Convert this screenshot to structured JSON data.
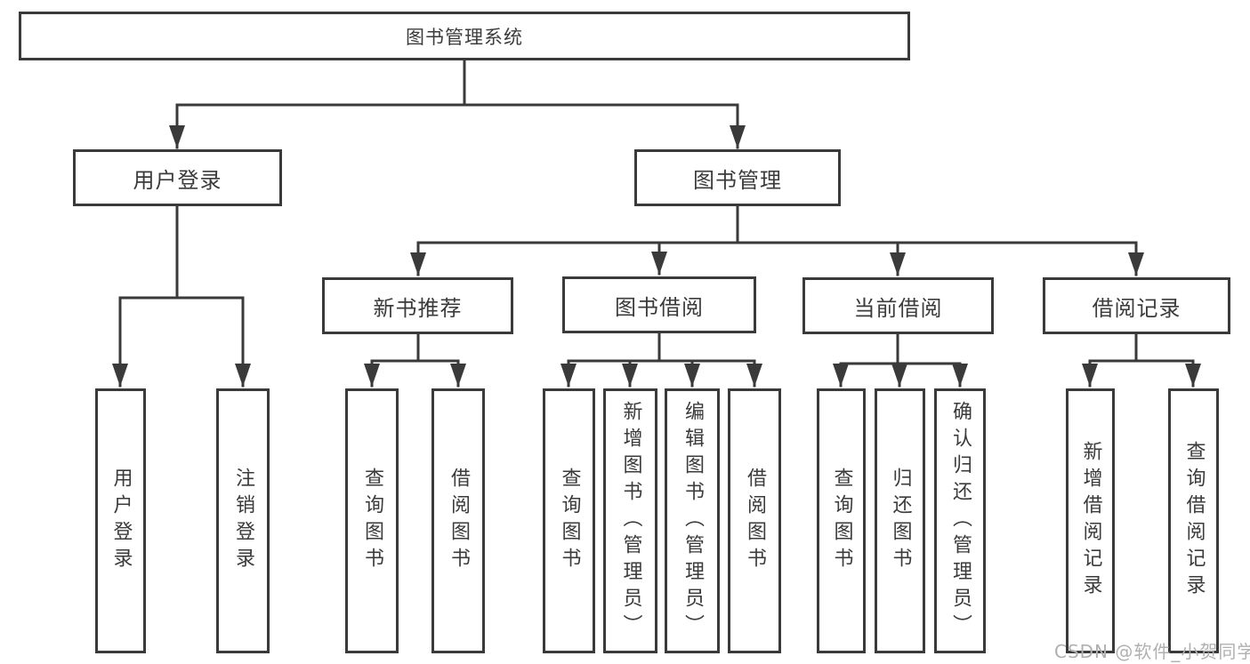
{
  "tree": {
    "label": "图书管理系统",
    "children": [
      {
        "label": "用户登录",
        "children": [
          {
            "label": "用户登录"
          },
          {
            "label": "注销登录"
          }
        ]
      },
      {
        "label": "图书管理",
        "children": [
          {
            "label": "新书推荐",
            "children": [
              {
                "label": "查询图书"
              },
              {
                "label": "借阅图书"
              }
            ]
          },
          {
            "label": "图书借阅",
            "children": [
              {
                "label": "查询图书"
              },
              {
                "label": "新增图书（管理员）"
              },
              {
                "label": "编辑图书（管理员）"
              },
              {
                "label": "借阅图书"
              }
            ]
          },
          {
            "label": "当前借阅",
            "children": [
              {
                "label": "查询图书"
              },
              {
                "label": "归还图书"
              },
              {
                "label": "确认归还（管理员）"
              }
            ]
          },
          {
            "label": "借阅记录",
            "children": [
              {
                "label": "新增借阅记录"
              },
              {
                "label": "查询借阅记录"
              }
            ]
          }
        ]
      }
    ]
  },
  "watermark": {
    "text": "CSDN @软件_小贺同学"
  },
  "colors": {
    "line": "#3a3a3a",
    "text": "#3b3b3b",
    "watermark": "#b0b0b0",
    "background": "#ffffff"
  }
}
